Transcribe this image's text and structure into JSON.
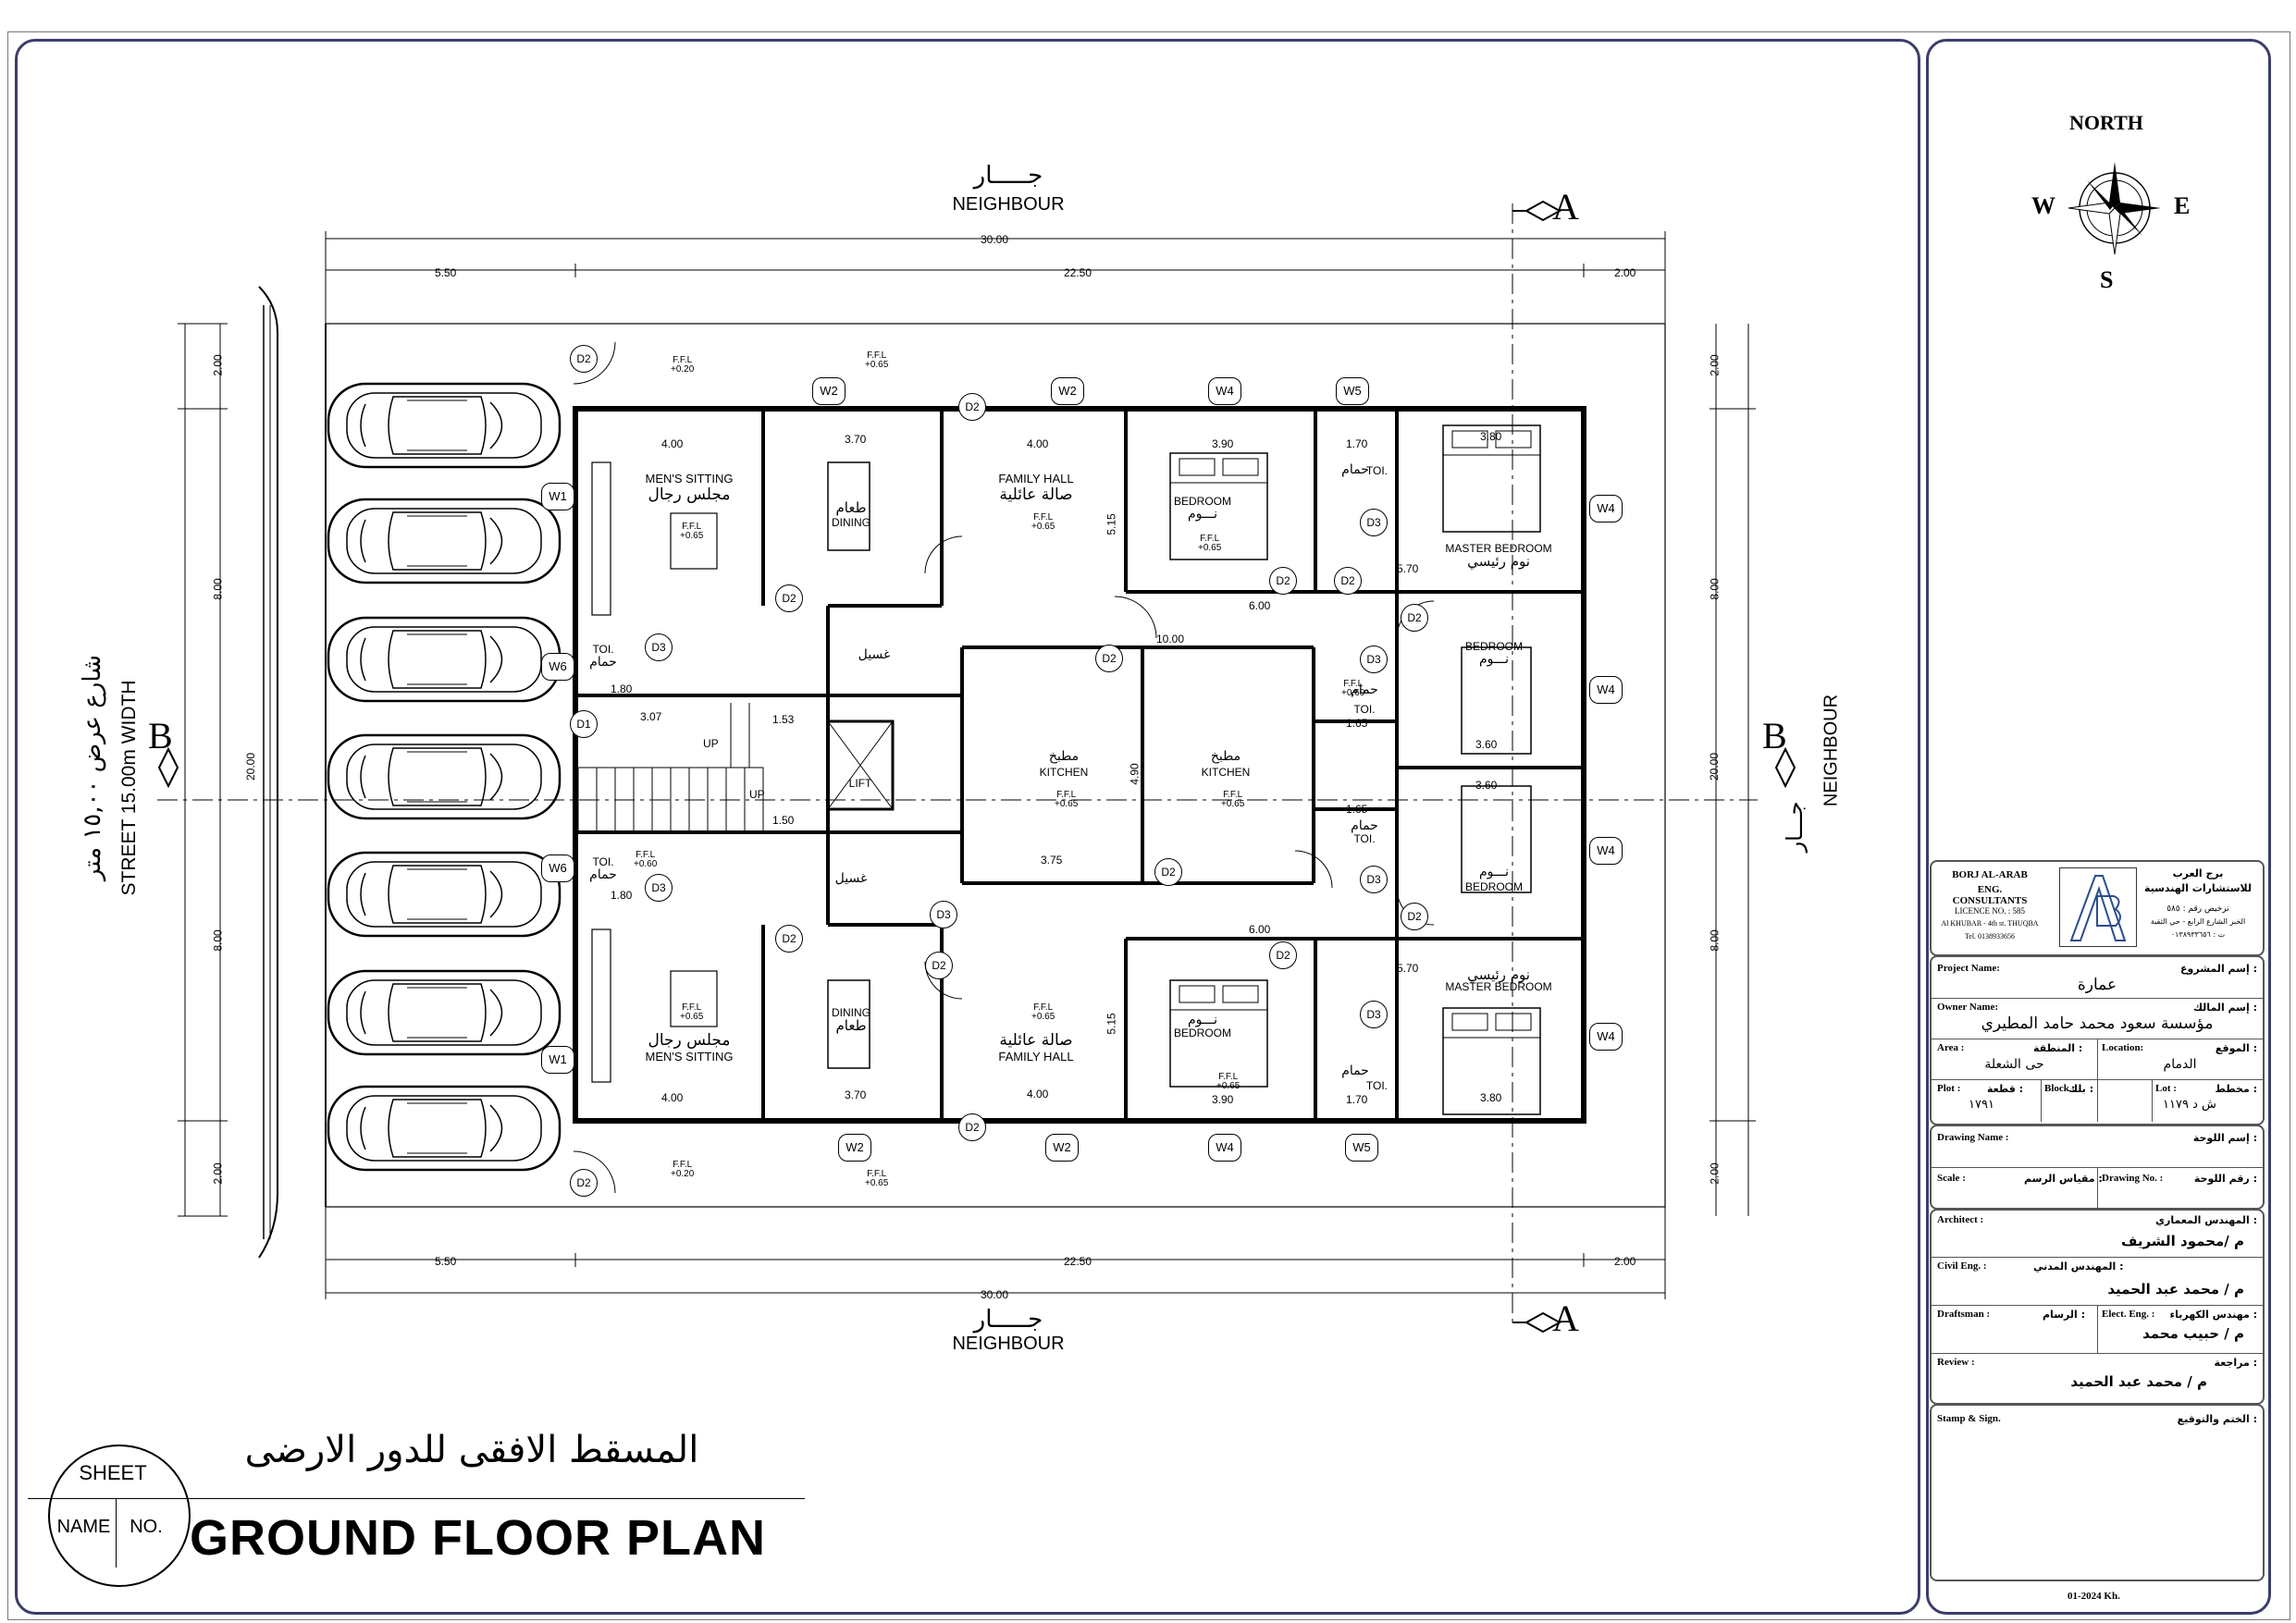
{
  "title_en": "GROUND FLOOR PLAN",
  "title_ar": "المسقط الافقى للدور الارضى",
  "sheet_badge": {
    "sheet": "SHEET",
    "name": "NAME",
    "no": "NO."
  },
  "north": {
    "label": "NORTH",
    "w": "W",
    "e": "E",
    "s": "S"
  },
  "neighbour_top": {
    "ar": "جـــــار",
    "en": "NEIGHBOUR"
  },
  "neighbour_bottom": {
    "ar": "جـــــار",
    "en": "NEIGHBOUR"
  },
  "neighbour_right": {
    "ar": "جـــار",
    "en": "NEIGHBOUR"
  },
  "street": {
    "ar": "شارع عرض ١٥,٠٠ متر",
    "en": "STREET 15.00m WIDTH"
  },
  "section_marks": {
    "a": "A",
    "b": "B"
  },
  "dims": {
    "total": "30.00",
    "left": "5.50",
    "mid": "22.50",
    "right": "2.00",
    "side_a": "2.00",
    "side_b": "8.00",
    "side_c": "20.00"
  },
  "rooms": {
    "mens_sitting_en": "MEN'S SITTING",
    "mens_sitting_ar": "مجلس رجال",
    "dining_en": "DINING",
    "dining_ar": "طعام",
    "family_hall_en": "FAMILY HALL",
    "family_hall_ar": "صالة عائلية",
    "bedroom_en": "BEDROOM",
    "bedroom_ar": "نـــوم",
    "master_bedroom_en": "MASTER BEDROOM",
    "master_bedroom_ar": "نوم رئيسي",
    "toilet_en": "TOI.",
    "toilet_ar": "حمام",
    "kitchen_en": "KITCHEN",
    "kitchen_ar": "مطبخ",
    "laundry_ar": "غسيل",
    "lift": "LIFT",
    "up": "UP"
  },
  "tags": {
    "w1": "W1",
    "w2": "W2",
    "w4": "W4",
    "w5": "W5",
    "w6": "W6",
    "d1": "D1",
    "d2": "D2",
    "d3": "D3"
  },
  "ffl": {
    "label": "F.F.L",
    "v065": "+0.65",
    "v020": "+0.20",
    "v060": "+0.60"
  },
  "room_dims": {
    "a": "4.00",
    "b": "3.70",
    "c": "3.90",
    "d": "1.70",
    "e": "3.80",
    "f": "5.70",
    "g": "6.00",
    "h": "10.00",
    "i": "3.07",
    "j": "1.53",
    "k": "1.50",
    "l": "1.80",
    "m": "3.75",
    "n": "1.65",
    "o": "3.60",
    "p": "4.90",
    "q": "5.15"
  },
  "company": {
    "name_en_1": "BORJ AL-ARAB",
    "name_en_2": "ENG. CONSULTANTS",
    "name_ar_1": "برج العرب",
    "name_ar_2": "للاستشارات الهندسية",
    "licence_en": "LICENCE NO. : 585",
    "address_en": "Al KHUBAR - 4th st. THUQBA",
    "tel_en": "Tel. 0138933656",
    "licence_ar": "ترخيص رقم : ٥٨٥",
    "address_ar": "الخبر الشارع الرابع - حي الثقبة",
    "tel_ar": "ت : ٠١٣٨٩٣٣٦٥٦"
  },
  "title_block": {
    "project_label_en": "Project Name:",
    "project_label_ar": "إسم المشروع :",
    "project_value": "عمارة",
    "owner_label_en": "Owner Name:",
    "owner_label_ar": "إسم المالك :",
    "owner_value": "مؤسسة سعود محمد حامد المطيري",
    "area_label_en": "Area :",
    "area_label_ar": "المنطقة :",
    "area_value": "حى الشعلة",
    "location_label_en": "Location:",
    "location_label_ar": "الموقع :",
    "location_value": "الدمام",
    "plot_label_en": "Plot :",
    "plot_label_ar": "قطعة :",
    "plot_value": "١٧٩١",
    "block_label_en": "Block :",
    "block_label_ar": "بلك :",
    "lot_label_en": "Lot :",
    "lot_label_ar": "مخطط :",
    "lot_value": "ش د ١١٧٩",
    "drawing_name_en": "Drawing Name :",
    "drawing_name_ar": "إسم اللوحة :",
    "scale_en": "Scale :",
    "scale_ar": "مقياس الرسم :",
    "drawing_no_en": "Drawing No. :",
    "drawing_no_ar": "رقم اللوحة :",
    "architect_en": "Architect :",
    "architect_ar": "المهندس المعماري :",
    "architect_value": "م /محمود الشريف",
    "civil_en": "Civil Eng. :",
    "civil_ar": "المهندس المدني :",
    "civil_value": "م / محمد عبد الحميد",
    "draftsman_en": "Draftsman :",
    "draftsman_ar": "الرسام :",
    "elect_en": "Elect. Eng. :",
    "elect_ar": "مهندس الكهرباء :",
    "elect_value": "م / حبيب محمد",
    "review_en": "Review :",
    "review_ar": "مراجعة :",
    "review_value": "م / محمد عبد الحميد",
    "stamp_en": "Stamp & Sign.",
    "stamp_ar": "الختم والتوقيع :",
    "date": "01-2024 Kh."
  }
}
